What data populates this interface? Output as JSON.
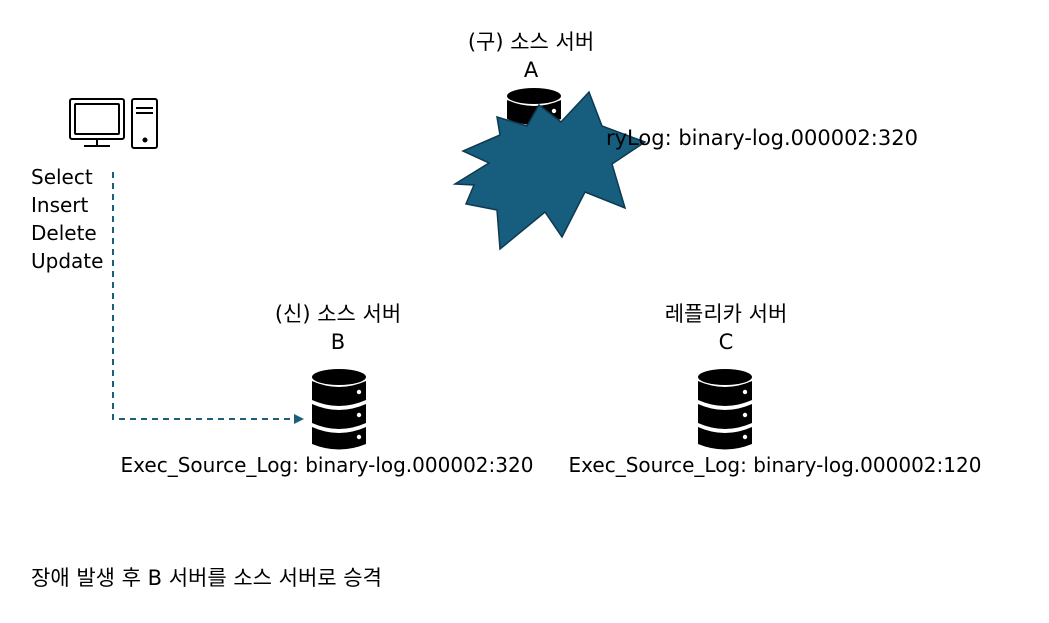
{
  "old_source": {
    "title": "(구) 소스 서버",
    "letter": "A",
    "log_visible": "ryLog: binary-log.000002:320"
  },
  "new_source": {
    "title": "(신) 소스 서버",
    "letter": "B",
    "log": "Exec_Source_Log: binary-log.000002:320"
  },
  "replica": {
    "title": "레플리카 서버",
    "letter": "C",
    "log": "Exec_Source_Log: binary-log.000002:120"
  },
  "client": {
    "operations": [
      "Select",
      "Insert",
      "Delete",
      "Update"
    ],
    "icon": "desktop-computer-icon"
  },
  "caption": "장애 발생 후 B 서버를 소스 서버로 승격",
  "colors": {
    "burst": "#175d7e",
    "burst_outline": "#0d3a50",
    "arrow": "#1c5f7a",
    "database": "#000000"
  }
}
